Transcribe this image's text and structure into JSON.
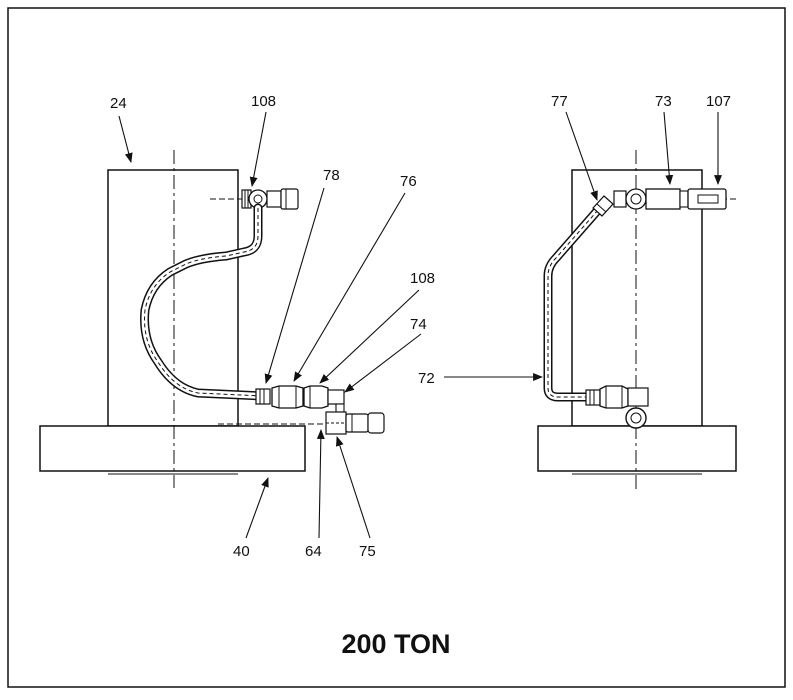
{
  "title": "200 TON",
  "callouts": {
    "c24": "24",
    "c108_top": "108",
    "c78": "78",
    "c76": "76",
    "c108_mid": "108",
    "c74": "74",
    "c40": "40",
    "c64": "64",
    "c75": "75",
    "c77": "77",
    "c73": "73",
    "c107": "107",
    "c72": "72"
  },
  "colors": {
    "line": "#111111",
    "background": "#ffffff"
  }
}
